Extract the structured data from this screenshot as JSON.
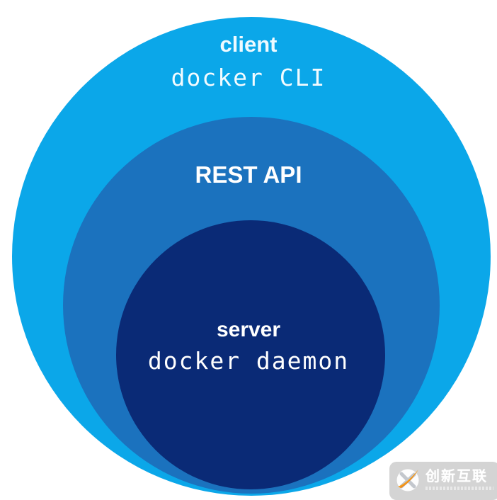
{
  "diagram": {
    "title_concept": "docker client-server architecture",
    "layers": [
      {
        "name": "outer",
        "title": "client",
        "subtitle": "docker CLI",
        "color": "#0ba7e9"
      },
      {
        "name": "middle",
        "title": "REST API",
        "color": "#1b72be"
      },
      {
        "name": "inner",
        "title": "server",
        "subtitle": "docker daemon",
        "color": "#0a2a76"
      }
    ],
    "text_color": "#ffffff"
  },
  "watermark": {
    "brand": "创新互联",
    "icon": "cx-swoosh-logo-icon",
    "bg_color": "#d1d1d1",
    "accent_color": "#f59e1b",
    "ring_color": "#c3c7cd"
  }
}
